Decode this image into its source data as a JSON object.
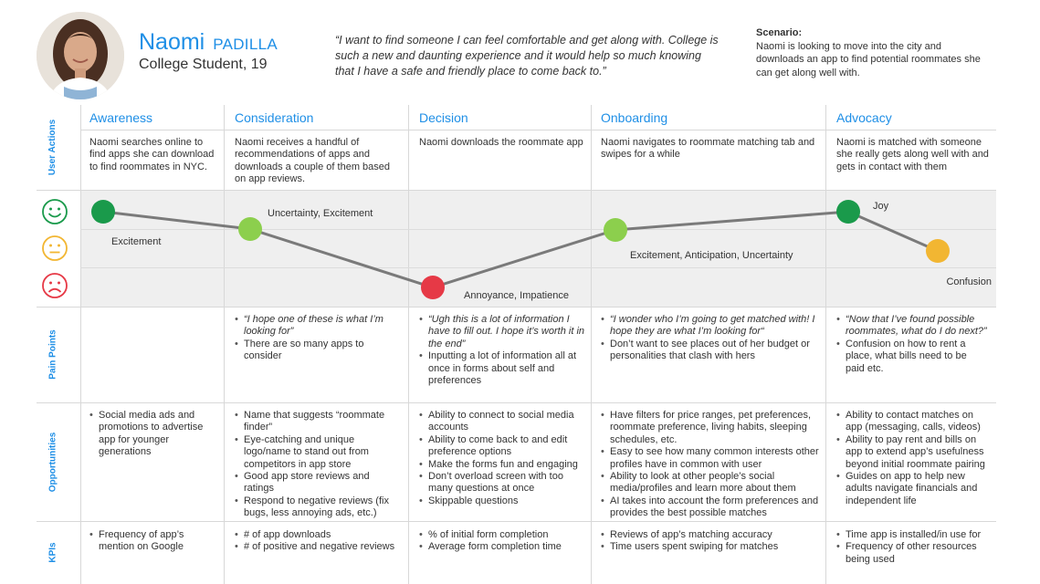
{
  "persona": {
    "first_name": "Naomi",
    "last_name": "PADILLA",
    "role": "College Student, 19",
    "quote": "“I want to find someone I can feel comfortable and get along with. College is such a new and daunting experience and it would help so much knowing that I have a safe and friendly place to come back to.”"
  },
  "scenario": {
    "title": "Scenario:",
    "text": "Naomi is looking to move into the city and downloads an app to find potential roommates she can get along well with."
  },
  "row_labels": {
    "user_actions": "User Actions",
    "pain_points": "Pain Points",
    "opportunities": "Opportunities",
    "kpis": "KPIs"
  },
  "emotion_faces": [
    "happy-face-icon",
    "neutral-face-icon",
    "sad-face-icon"
  ],
  "colors": {
    "accent": "#1f8fe6",
    "happy": "#1a9a4b",
    "neutral": "#f2b632",
    "sad": "#e63946",
    "curve": "#7a7a7a",
    "band": "#efefef"
  },
  "stages": [
    {
      "title": "Awareness",
      "action": "Naomi searches online to find apps she can download to find roommates in NYC.",
      "emotion": "Excitement",
      "emotion_level": "positive",
      "pain_points": [],
      "opportunities": [
        "Social media ads and promotions to advertise app for younger generations"
      ],
      "kpis": [
        "Frequency of app’s mention on Google"
      ]
    },
    {
      "title": "Consideration",
      "action": "Naomi receives a handful of recommendations of apps and downloads a couple of them based on app reviews.",
      "emotion": "Uncertainty, Excitement",
      "emotion_level": "slightly positive",
      "pain_points": [
        {
          "text": "“I hope one of these is what I’m looking for”",
          "quote": true
        },
        {
          "text": "There are so many apps to consider",
          "quote": false
        }
      ],
      "opportunities": [
        "Name that suggests “roommate finder”",
        "Eye-catching and unique logo/name to stand out from competitors in app store",
        "Good app store reviews and ratings",
        "Respond to negative reviews (fix bugs, less annoying ads, etc.)"
      ],
      "kpis": [
        "# of app downloads",
        "# of positive and negative reviews"
      ]
    },
    {
      "title": "Decision",
      "action": "Naomi downloads the roommate app",
      "emotion": "Annoyance, Impatience",
      "emotion_level": "negative",
      "pain_points": [
        {
          "text": "“Ugh this is a lot of information I have to fill out. I hope it’s worth it in the end”",
          "quote": true
        },
        {
          "text": "Inputting a lot of information all at once in forms about self and preferences",
          "quote": false
        }
      ],
      "opportunities": [
        "Ability to connect to social media accounts",
        "Ability to come back to and edit preference options",
        "Make the forms fun and engaging",
        "Don’t overload screen with too many questions at once",
        "Skippable questions"
      ],
      "kpis": [
        "% of initial form completion",
        "Average form completion time"
      ]
    },
    {
      "title": "Onboarding",
      "action": "Naomi navigates to roommate matching tab and swipes for a while",
      "emotion": "Excitement, Anticipation, Uncertainty",
      "emotion_level": "slightly positive",
      "pain_points": [
        {
          "text": "“I wonder who I’m going to get matched with! I hope they are what I’m looking for“",
          "quote": true
        },
        {
          "text": "Don’t want to see places out of her budget or personalities that clash with hers",
          "quote": false
        }
      ],
      "opportunities": [
        "Have filters for price ranges, pet preferences, roommate preference, living habits, sleeping schedules, etc.",
        "Easy to see how many common interests other profiles have in common with user",
        "Ability to look at other people’s social media/profiles and learn more about them",
        "AI takes into account the form preferences and provides the best possible matches"
      ],
      "kpis": [
        "Reviews of app’s matching accuracy",
        "Time users spent swiping for matches"
      ]
    },
    {
      "title": "Advocacy",
      "action": "Naomi is matched with someone she really gets along well with and gets in contact with them",
      "emotion": "Joy",
      "emotion_level": "positive",
      "pain_points": [
        {
          "text": "“Now that I’ve found possible roommates, what do I do next?”",
          "quote": true
        },
        {
          "text": "Confusion on how to rent a place, what bills need to be paid etc.",
          "quote": false
        }
      ],
      "opportunities": [
        "Ability to contact matches on app (messaging, calls, videos)",
        "Ability to pay rent and bills on app to extend app’s usefulness beyond initial roommate pairing",
        "Guides on app to help new adults navigate financials and independent life"
      ],
      "kpis": [
        "Time app is installed/in use for",
        "Frequency of other resources being used"
      ]
    },
    {
      "title": "",
      "action": "",
      "emotion": "Confusion",
      "emotion_level": "neutral",
      "pain_points": [],
      "opportunities": [],
      "kpis": []
    }
  ]
}
